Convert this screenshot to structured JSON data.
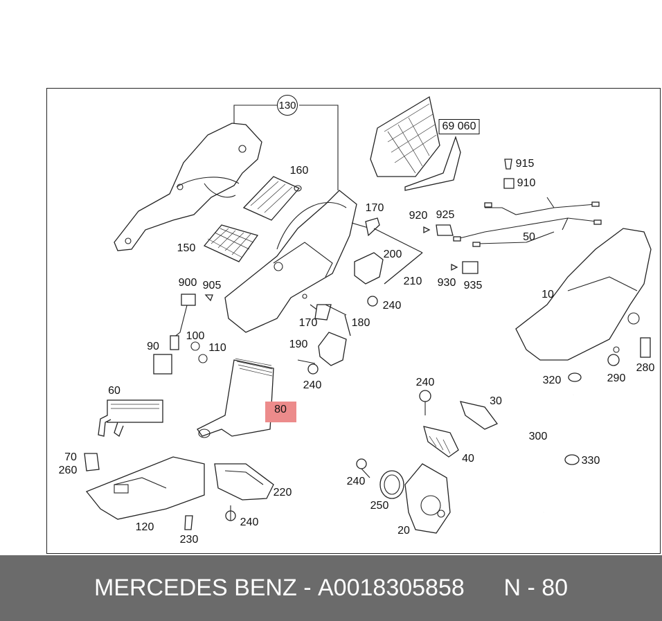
{
  "diagram": {
    "assembly_label": "130",
    "boxed_label": "69 060",
    "highlighted_label": "80",
    "highlight_color": "#ec8b8b",
    "callouts": [
      "160",
      "150",
      "170",
      "200",
      "210",
      "240",
      "900",
      "905",
      "100",
      "110",
      "90",
      "170",
      "180",
      "190",
      "240",
      "60",
      "70",
      "260",
      "120",
      "230",
      "220",
      "240",
      "240",
      "250",
      "20",
      "240",
      "30",
      "40",
      "300",
      "330",
      "10",
      "320",
      "290",
      "280",
      "915",
      "910",
      "920",
      "925",
      "50",
      "930",
      "935"
    ]
  },
  "footer": {
    "brand": "MERCEDES BENZ",
    "separator": "-",
    "part_number": "A0018305858",
    "page_ref": "N - 80",
    "background": "#6b6b6b"
  }
}
